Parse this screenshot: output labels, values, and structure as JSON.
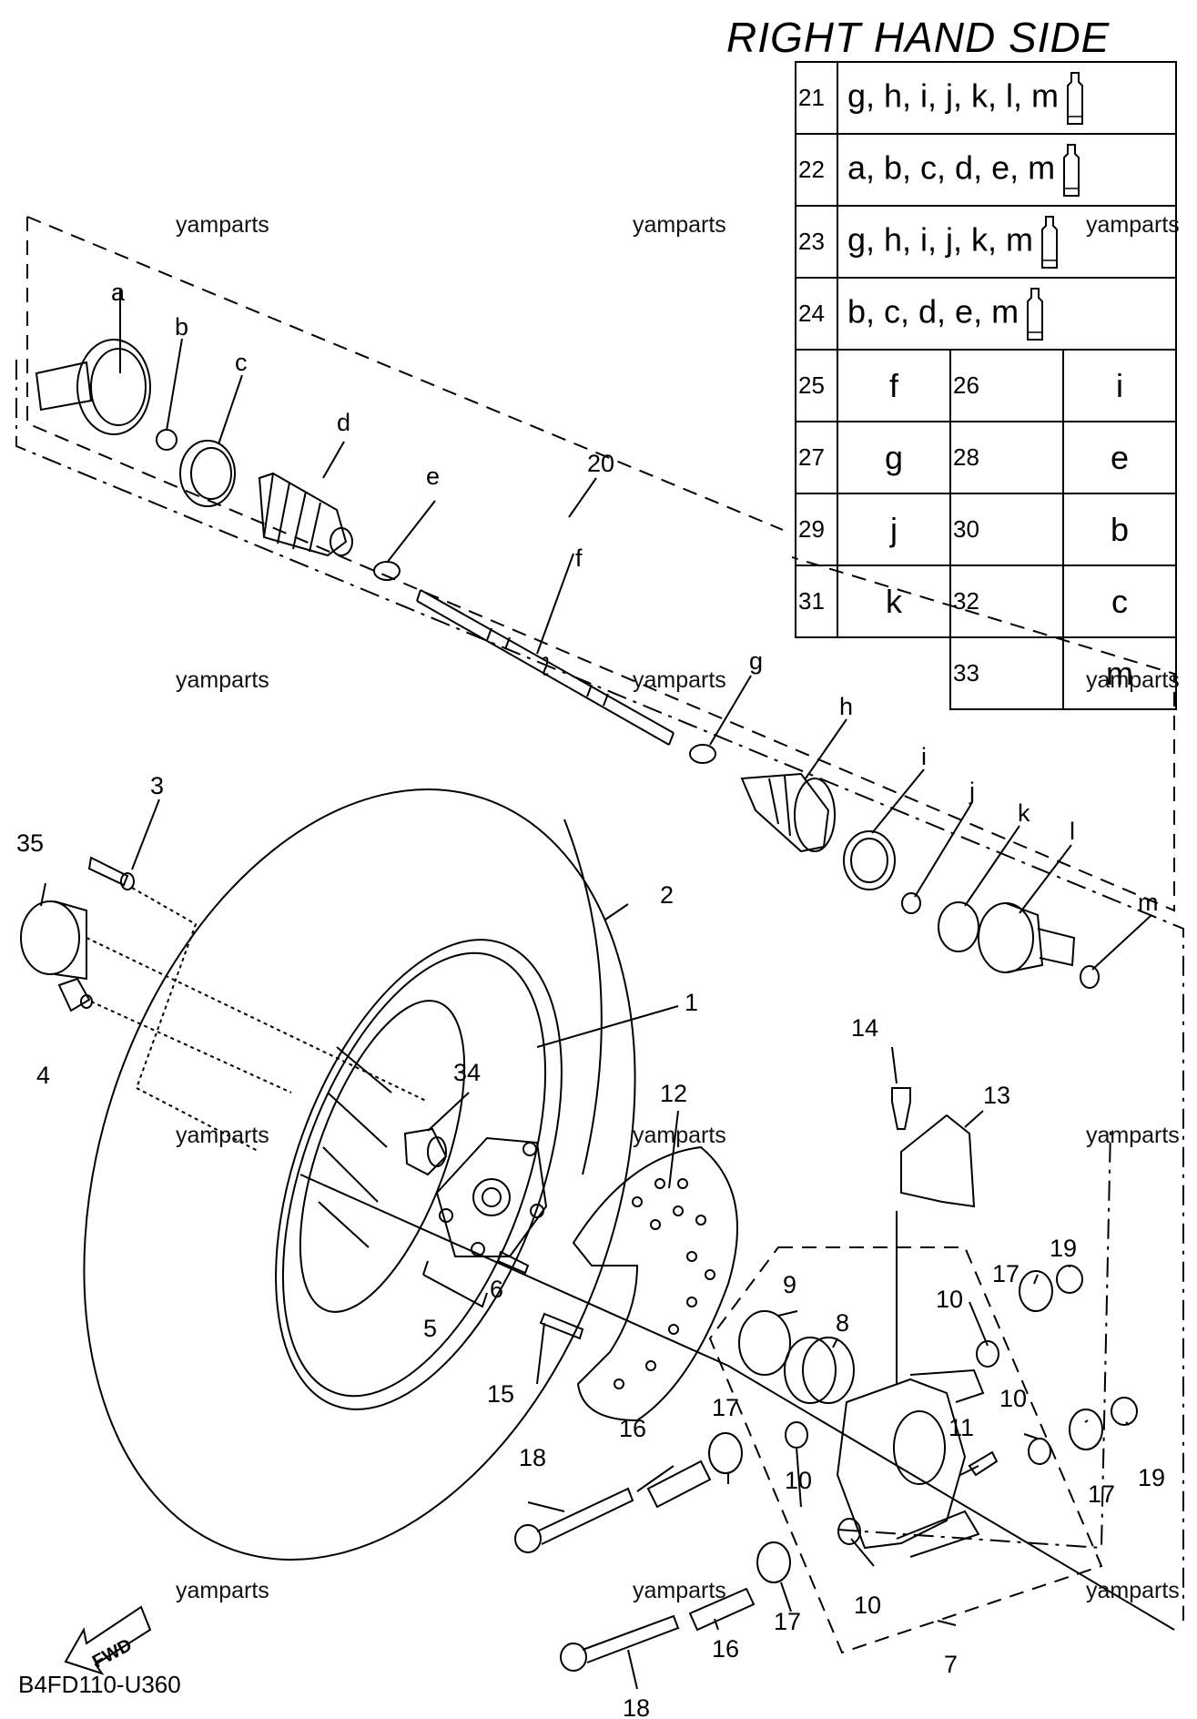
{
  "title": "RIGHT HAND SIDE",
  "drawing_code": "B4FD110-U360",
  "fwd_label": "FWD",
  "watermarks": [
    "yamparts",
    "yamparts",
    "yamparts",
    "yamparts",
    "yamparts",
    "yamparts",
    "yamparts",
    "yamparts",
    "yamparts",
    "yamparts",
    "yamparts",
    "yamparts"
  ],
  "kit_rows": [
    {
      "num": "21",
      "letters": "g, h, i, j, k, l, m"
    },
    {
      "num": "22",
      "letters": "a, b, c, d, e, m"
    },
    {
      "num": "23",
      "letters": "g, h, i, j, k, m"
    },
    {
      "num": "24",
      "letters": "b, c, d, e, m"
    }
  ],
  "pair_rows": [
    {
      "num1": "25",
      "let1": "f",
      "num2": "26",
      "let2": "i"
    },
    {
      "num1": "27",
      "let1": "g",
      "num2": "28",
      "let2": "e"
    },
    {
      "num1": "29",
      "let1": "j",
      "num2": "30",
      "let2": "b"
    },
    {
      "num1": "31",
      "let1": "k",
      "num2": "32",
      "let2": "c"
    }
  ],
  "single_row": {
    "num": "33",
    "let": "m"
  },
  "callouts": {
    "a": "a",
    "b": "b",
    "c": "c",
    "d": "d",
    "e": "e",
    "f": "f",
    "g": "g",
    "h": "h",
    "i": "i",
    "j": "j",
    "k": "k",
    "l": "l",
    "m": "m",
    "n1": "1",
    "n2": "2",
    "n3": "3",
    "n4": "4",
    "n5": "5",
    "n6": "6",
    "n7": "7",
    "n8": "8",
    "n9": "9",
    "n10a": "10",
    "n10b": "10",
    "n10c": "10",
    "n10d": "10",
    "n11": "11",
    "n12": "12",
    "n13": "13",
    "n14": "14",
    "n15": "15",
    "n16a": "16",
    "n16b": "16",
    "n17a": "17",
    "n17b": "17",
    "n17c": "17",
    "n17d": "17",
    "n18a": "18",
    "n18b": "18",
    "n19a": "19",
    "n19b": "19",
    "n20": "20",
    "n34": "34",
    "n35": "35"
  },
  "colors": {
    "line": "#000000",
    "background": "#ffffff"
  }
}
